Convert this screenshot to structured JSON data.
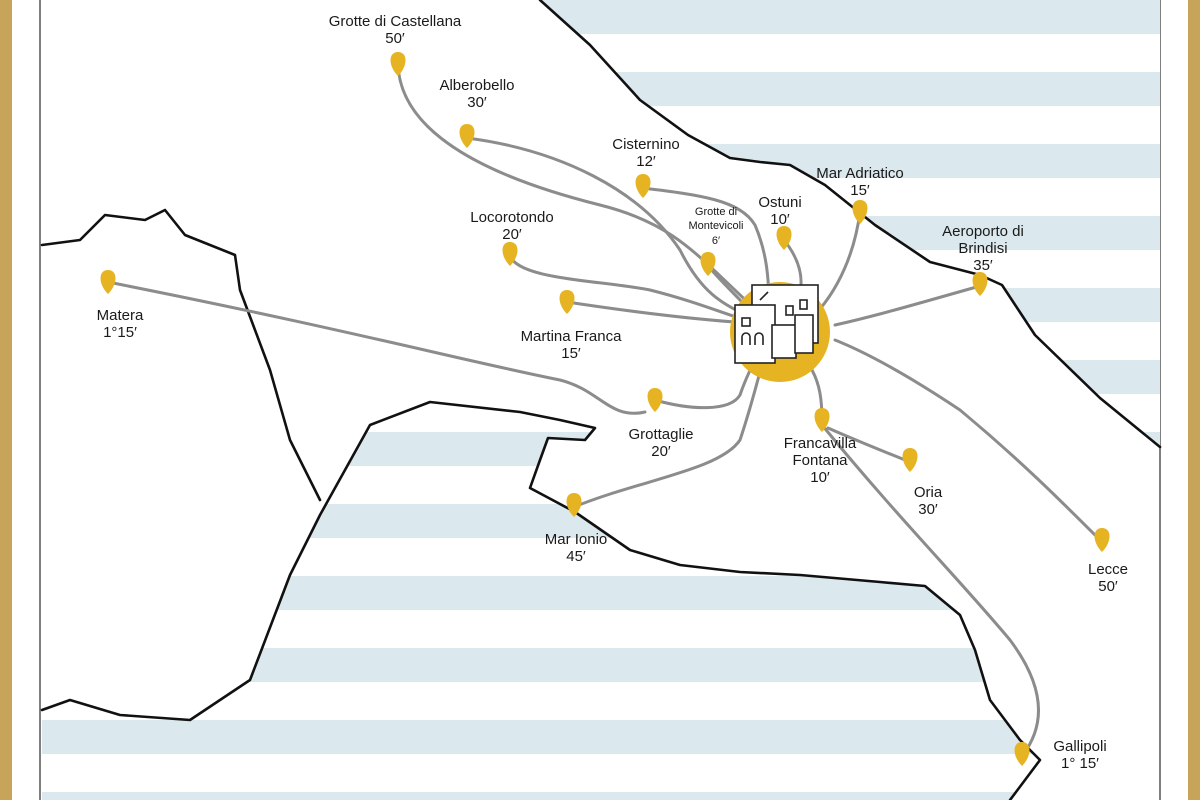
{
  "colors": {
    "frame": "#c8a45a",
    "sea_stripe": "#dbe8ee",
    "sea_background": "#ffffff",
    "route": "#8c8c8c",
    "pin": "#e6b422",
    "coastline": "#111111"
  },
  "center": {
    "icon": "house-icon"
  },
  "places": [
    {
      "id": "grotte-castellana",
      "name": "Grotte di Castellana",
      "time": "50′"
    },
    {
      "id": "alberobello",
      "name": "Alberobello",
      "time": "30′"
    },
    {
      "id": "cisternino",
      "name": "Cisternino",
      "time": "12′"
    },
    {
      "id": "mar-adriatico",
      "name": "Mar Adriatico",
      "time": "15′"
    },
    {
      "id": "ostuni",
      "name": "Ostuni",
      "time": "10′"
    },
    {
      "id": "grotte-montevicoli",
      "name_line1": "Grotte di",
      "name_line2": "Montevicoli",
      "time": "6′"
    },
    {
      "id": "locorotondo",
      "name": "Locorotondo",
      "time": "20′"
    },
    {
      "id": "aeroporto-brindisi",
      "name_line1": "Aeroporto di",
      "name_line2": "Brindisi",
      "time": "35′"
    },
    {
      "id": "matera",
      "name": "Matera",
      "time": "1°15′"
    },
    {
      "id": "martina-franca",
      "name": "Martina Franca",
      "time": "15′"
    },
    {
      "id": "grottaglie",
      "name": "Grottaglie",
      "time": "20′"
    },
    {
      "id": "francavilla-fontana",
      "name_line1": "Francavilla",
      "name_line2": "Fontana",
      "time": "10′"
    },
    {
      "id": "oria",
      "name": "Oria",
      "time": "30′"
    },
    {
      "id": "mar-ionio",
      "name": "Mar Ionio",
      "time": "45′"
    },
    {
      "id": "lecce",
      "name": "Lecce",
      "time": "50′"
    },
    {
      "id": "gallipoli",
      "name": "Gallipoli",
      "time": "1° 15′"
    }
  ]
}
